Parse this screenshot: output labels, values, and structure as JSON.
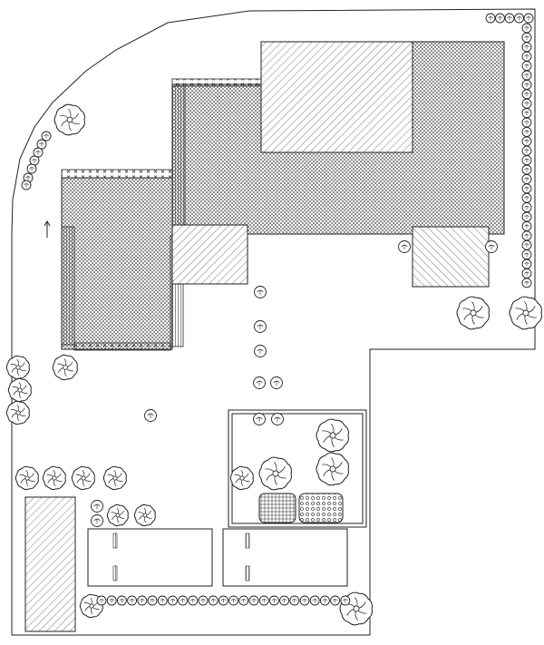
{
  "drawing": {
    "north_arrow": "north-arrow-icon",
    "features": [
      "property-boundary",
      "main-building",
      "raised-roof-section",
      "covered-terrace",
      "garage-annex",
      "side-annex",
      "garden-enclosure",
      "parking-bay",
      "hatched-strip",
      "trees",
      "shrubs",
      "hedge-rows",
      "flower-beds"
    ]
  },
  "colors": {
    "line": "#222222",
    "background": "#ffffff"
  }
}
